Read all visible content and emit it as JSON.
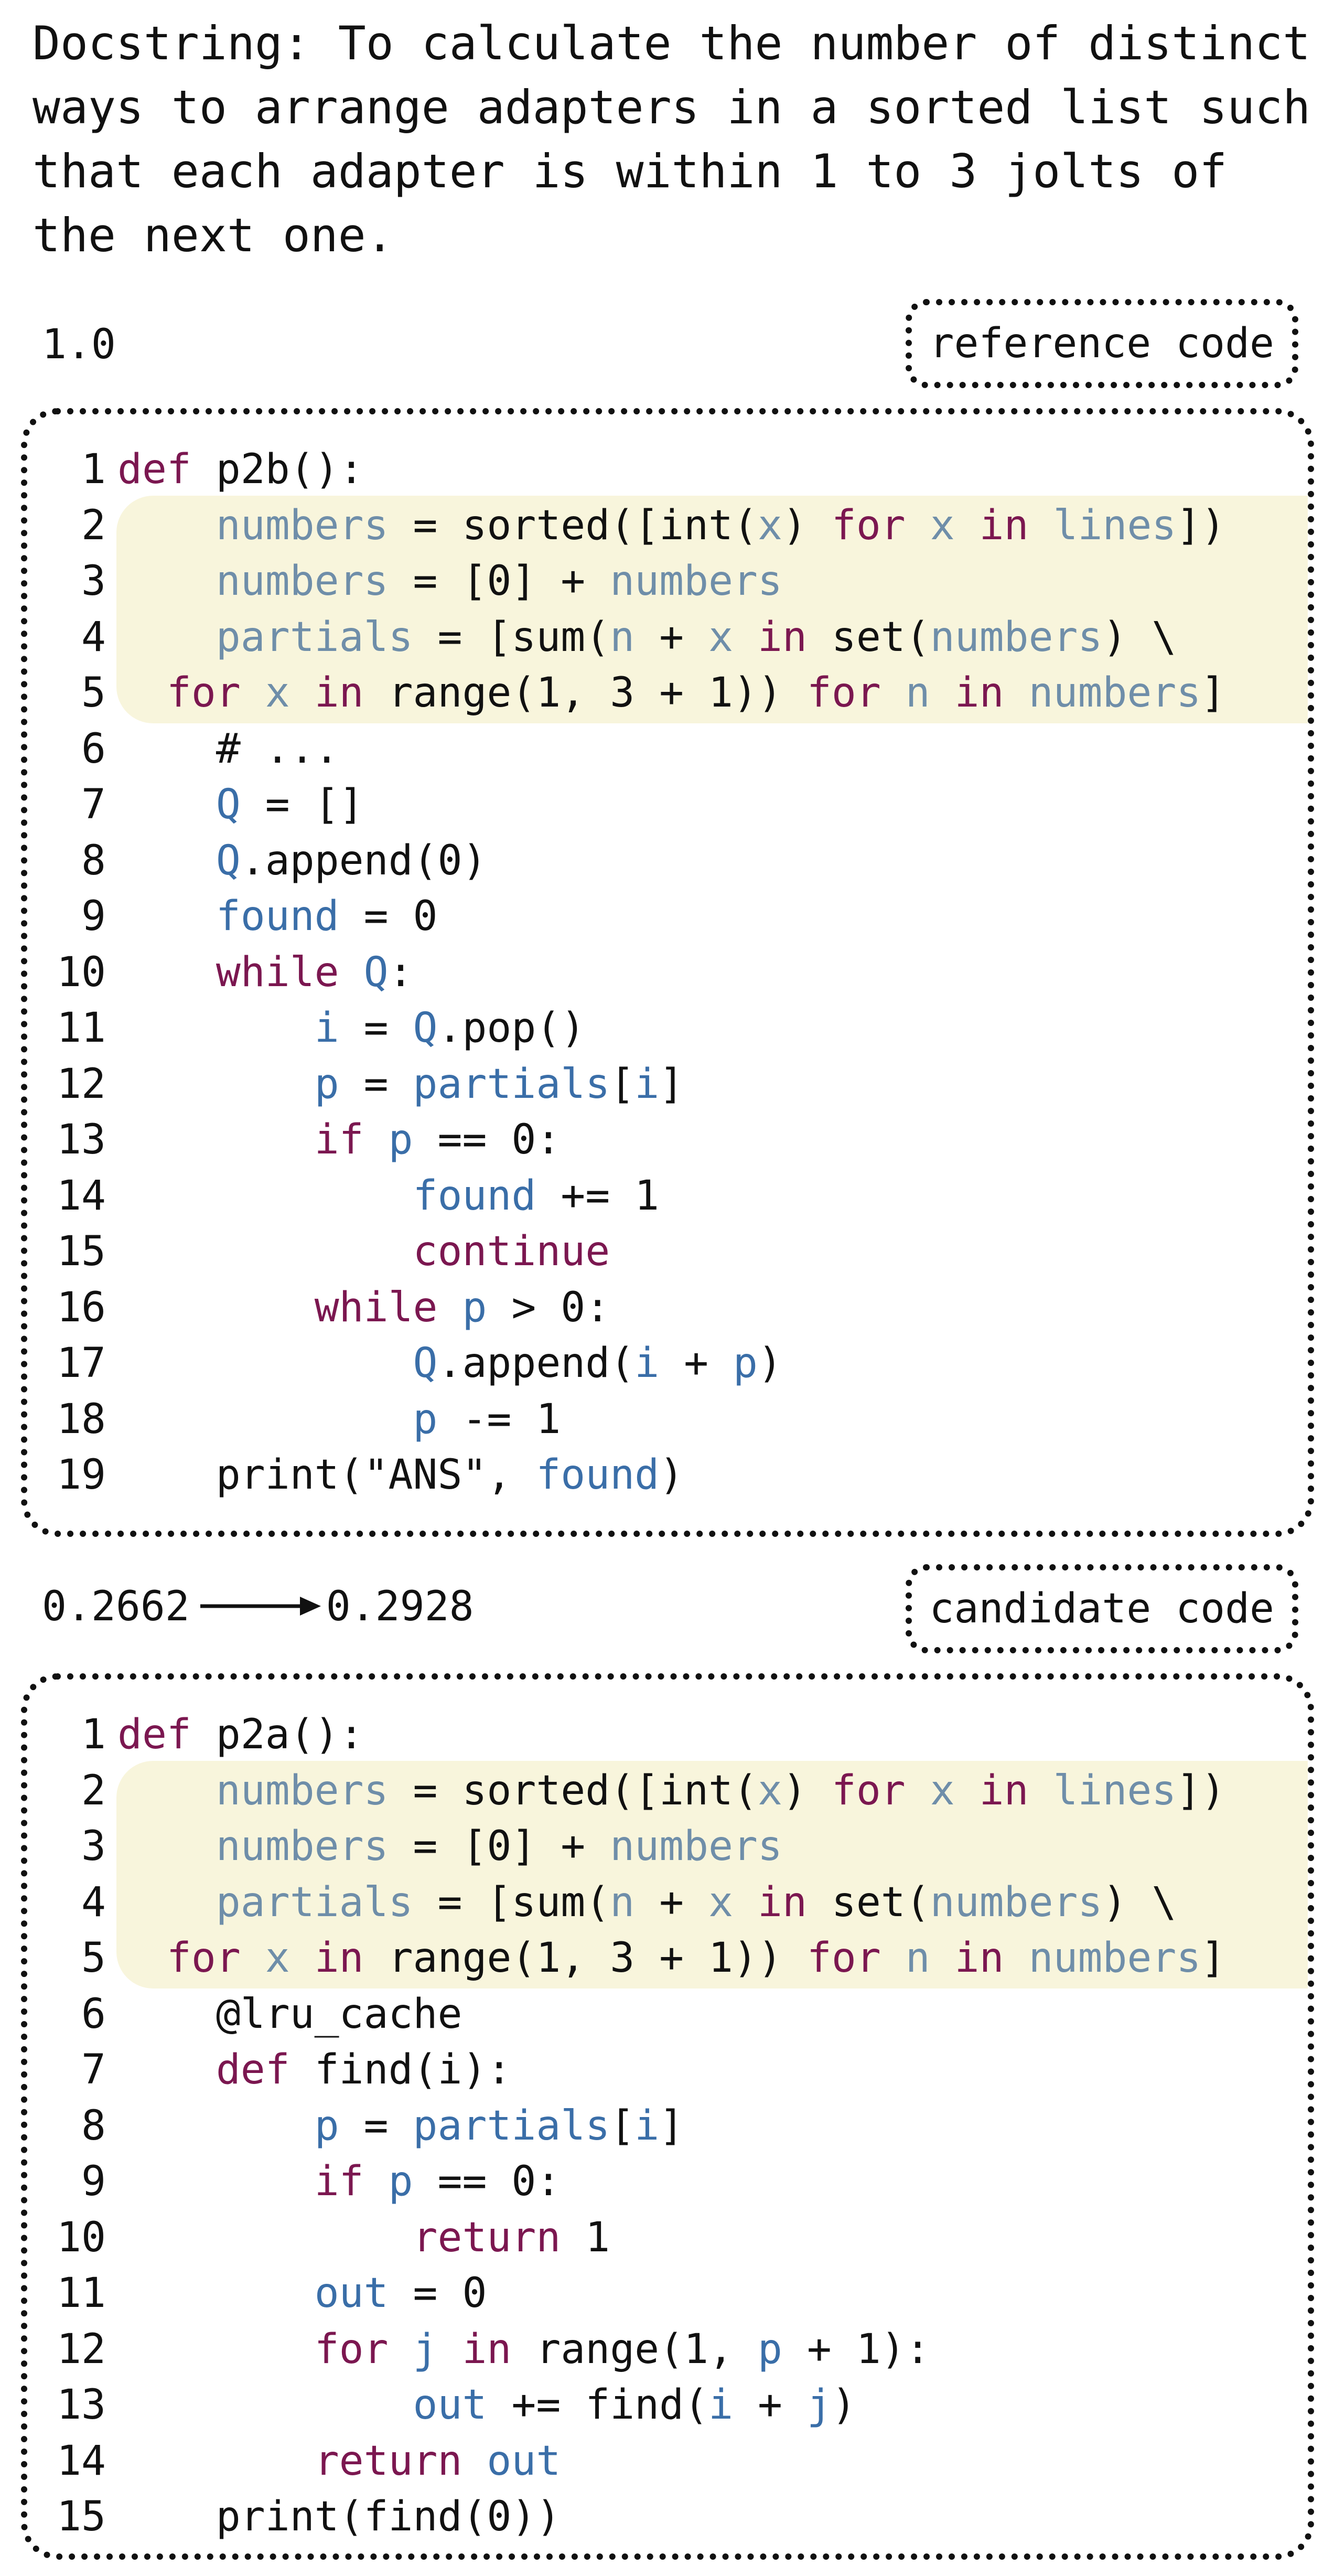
{
  "docstring": "Docstring: To calculate the number of distinct ways to arrange adapters in a sorted list such that each adapter is within 1 to 3 jolts of the next one.",
  "reference": {
    "score": "1.0",
    "tag": "reference code",
    "highlight_lines": [
      2,
      5
    ],
    "lines": [
      {
        "n": "1",
        "code": [
          [
            "kw",
            "def "
          ],
          [
            "txt",
            "p2b():"
          ]
        ]
      },
      {
        "n": "2",
        "code": [
          [
            "txt",
            "    "
          ],
          [
            "pale",
            "numbers"
          ],
          [
            "txt",
            " = sorted([int("
          ],
          [
            "pale",
            "x"
          ],
          [
            "txt",
            ") "
          ],
          [
            "kw",
            "for "
          ],
          [
            "pale",
            "x "
          ],
          [
            "kw",
            "in "
          ],
          [
            "pale",
            "lines"
          ],
          [
            "txt",
            "])"
          ]
        ]
      },
      {
        "n": "3",
        "code": [
          [
            "txt",
            "    "
          ],
          [
            "pale",
            "numbers"
          ],
          [
            "txt",
            " = [0] + "
          ],
          [
            "pale",
            "numbers"
          ]
        ]
      },
      {
        "n": "4",
        "code": [
          [
            "txt",
            "    "
          ],
          [
            "pale",
            "partials"
          ],
          [
            "txt",
            " = [sum("
          ],
          [
            "pale",
            "n"
          ],
          [
            "txt",
            " + "
          ],
          [
            "pale",
            "x "
          ],
          [
            "kw",
            "in "
          ],
          [
            "txt",
            "set("
          ],
          [
            "pale",
            "numbers"
          ],
          [
            "txt",
            ") \\"
          ]
        ]
      },
      {
        "n": "5",
        "code": [
          [
            "txt",
            "  "
          ],
          [
            "kw",
            "for "
          ],
          [
            "pale",
            "x "
          ],
          [
            "kw",
            "in "
          ],
          [
            "txt",
            "range(1, 3 + 1)) "
          ],
          [
            "kw",
            "for "
          ],
          [
            "pale",
            "n "
          ],
          [
            "kw",
            "in "
          ],
          [
            "pale",
            "numbers"
          ],
          [
            "txt",
            "]"
          ]
        ]
      },
      {
        "n": "6",
        "code": [
          [
            "txt",
            "    # ..."
          ]
        ]
      },
      {
        "n": "7",
        "code": [
          [
            "txt",
            "    "
          ],
          [
            "var",
            "Q"
          ],
          [
            "txt",
            " = []"
          ]
        ]
      },
      {
        "n": "8",
        "code": [
          [
            "txt",
            "    "
          ],
          [
            "var",
            "Q"
          ],
          [
            "txt",
            ".append(0)"
          ]
        ]
      },
      {
        "n": "9",
        "code": [
          [
            "txt",
            "    "
          ],
          [
            "var",
            "found"
          ],
          [
            "txt",
            " = 0"
          ]
        ]
      },
      {
        "n": "10",
        "code": [
          [
            "txt",
            "    "
          ],
          [
            "kw",
            "while "
          ],
          [
            "var",
            "Q"
          ],
          [
            "txt",
            ":"
          ]
        ]
      },
      {
        "n": "11",
        "code": [
          [
            "txt",
            "        "
          ],
          [
            "var",
            "i"
          ],
          [
            "txt",
            " = "
          ],
          [
            "var",
            "Q"
          ],
          [
            "txt",
            ".pop()"
          ]
        ]
      },
      {
        "n": "12",
        "code": [
          [
            "txt",
            "        "
          ],
          [
            "var",
            "p"
          ],
          [
            "txt",
            " = "
          ],
          [
            "var",
            "partials"
          ],
          [
            "txt",
            "["
          ],
          [
            "var",
            "i"
          ],
          [
            "txt",
            "]"
          ]
        ]
      },
      {
        "n": "13",
        "code": [
          [
            "txt",
            "        "
          ],
          [
            "kw",
            "if "
          ],
          [
            "var",
            "p"
          ],
          [
            "txt",
            " == 0:"
          ]
        ]
      },
      {
        "n": "14",
        "code": [
          [
            "txt",
            "            "
          ],
          [
            "var",
            "found"
          ],
          [
            "txt",
            " += 1"
          ]
        ]
      },
      {
        "n": "15",
        "code": [
          [
            "txt",
            "            "
          ],
          [
            "kw",
            "continue"
          ]
        ]
      },
      {
        "n": "16",
        "code": [
          [
            "txt",
            "        "
          ],
          [
            "kw",
            "while "
          ],
          [
            "var",
            "p"
          ],
          [
            "txt",
            " > 0:"
          ]
        ]
      },
      {
        "n": "17",
        "code": [
          [
            "txt",
            "            "
          ],
          [
            "var",
            "Q"
          ],
          [
            "txt",
            ".append("
          ],
          [
            "var",
            "i"
          ],
          [
            "txt",
            " + "
          ],
          [
            "var",
            "p"
          ],
          [
            "txt",
            ")"
          ]
        ]
      },
      {
        "n": "18",
        "code": [
          [
            "txt",
            "            "
          ],
          [
            "var",
            "p"
          ],
          [
            "txt",
            " -= 1"
          ]
        ]
      },
      {
        "n": "19",
        "code": [
          [
            "txt",
            "    print(\"ANS\", "
          ],
          [
            "var",
            "found"
          ],
          [
            "txt",
            ")"
          ]
        ]
      }
    ]
  },
  "candidate": {
    "score_from": "0.2662",
    "score_to": "0.2928",
    "tag": "candidate code",
    "highlight_lines": [
      2,
      5
    ],
    "lines": [
      {
        "n": "1",
        "code": [
          [
            "kw",
            "def "
          ],
          [
            "txt",
            "p2a():"
          ]
        ]
      },
      {
        "n": "2",
        "code": [
          [
            "txt",
            "    "
          ],
          [
            "pale",
            "numbers"
          ],
          [
            "txt",
            " = sorted([int("
          ],
          [
            "pale",
            "x"
          ],
          [
            "txt",
            ") "
          ],
          [
            "kw",
            "for "
          ],
          [
            "pale",
            "x "
          ],
          [
            "kw",
            "in "
          ],
          [
            "pale",
            "lines"
          ],
          [
            "txt",
            "])"
          ]
        ]
      },
      {
        "n": "3",
        "code": [
          [
            "txt",
            "    "
          ],
          [
            "pale",
            "numbers"
          ],
          [
            "txt",
            " = [0] + "
          ],
          [
            "pale",
            "numbers"
          ]
        ]
      },
      {
        "n": "4",
        "code": [
          [
            "txt",
            "    "
          ],
          [
            "pale",
            "partials"
          ],
          [
            "txt",
            " = [sum("
          ],
          [
            "pale",
            "n"
          ],
          [
            "txt",
            " + "
          ],
          [
            "pale",
            "x "
          ],
          [
            "kw",
            "in "
          ],
          [
            "txt",
            "set("
          ],
          [
            "pale",
            "numbers"
          ],
          [
            "txt",
            ") \\"
          ]
        ]
      },
      {
        "n": "5",
        "code": [
          [
            "txt",
            "  "
          ],
          [
            "kw",
            "for "
          ],
          [
            "pale",
            "x "
          ],
          [
            "kw",
            "in "
          ],
          [
            "txt",
            "range(1, 3 + 1)) "
          ],
          [
            "kw",
            "for "
          ],
          [
            "pale",
            "n "
          ],
          [
            "kw",
            "in "
          ],
          [
            "pale",
            "numbers"
          ],
          [
            "txt",
            "]"
          ]
        ]
      },
      {
        "n": "6",
        "code": [
          [
            "txt",
            "    @lru_cache"
          ]
        ]
      },
      {
        "n": "7",
        "code": [
          [
            "txt",
            "    "
          ],
          [
            "kw",
            "def "
          ],
          [
            "txt",
            "find(i):"
          ]
        ]
      },
      {
        "n": "8",
        "code": [
          [
            "txt",
            "        "
          ],
          [
            "var",
            "p"
          ],
          [
            "txt",
            " = "
          ],
          [
            "var",
            "partials"
          ],
          [
            "txt",
            "["
          ],
          [
            "var",
            "i"
          ],
          [
            "txt",
            "]"
          ]
        ]
      },
      {
        "n": "9",
        "code": [
          [
            "txt",
            "        "
          ],
          [
            "kw",
            "if "
          ],
          [
            "var",
            "p"
          ],
          [
            "txt",
            " == 0:"
          ]
        ]
      },
      {
        "n": "10",
        "code": [
          [
            "txt",
            "            "
          ],
          [
            "kw",
            "return "
          ],
          [
            "txt",
            "1"
          ]
        ]
      },
      {
        "n": "11",
        "code": [
          [
            "txt",
            "        "
          ],
          [
            "var",
            "out"
          ],
          [
            "txt",
            " = 0"
          ]
        ]
      },
      {
        "n": "12",
        "code": [
          [
            "txt",
            "        "
          ],
          [
            "kw",
            "for "
          ],
          [
            "var",
            "j "
          ],
          [
            "kw",
            "in "
          ],
          [
            "txt",
            "range(1, "
          ],
          [
            "var",
            "p"
          ],
          [
            "txt",
            " + 1):"
          ]
        ]
      },
      {
        "n": "13",
        "code": [
          [
            "txt",
            "            "
          ],
          [
            "var",
            "out"
          ],
          [
            "txt",
            " += find("
          ],
          [
            "var",
            "i"
          ],
          [
            "txt",
            " + "
          ],
          [
            "var",
            "j"
          ],
          [
            "txt",
            ")"
          ]
        ]
      },
      {
        "n": "14",
        "code": [
          [
            "txt",
            "        "
          ],
          [
            "kw",
            "return "
          ],
          [
            "var",
            "out"
          ]
        ]
      },
      {
        "n": "15",
        "code": [
          [
            "txt",
            "    print(find(0))"
          ]
        ]
      }
    ]
  }
}
